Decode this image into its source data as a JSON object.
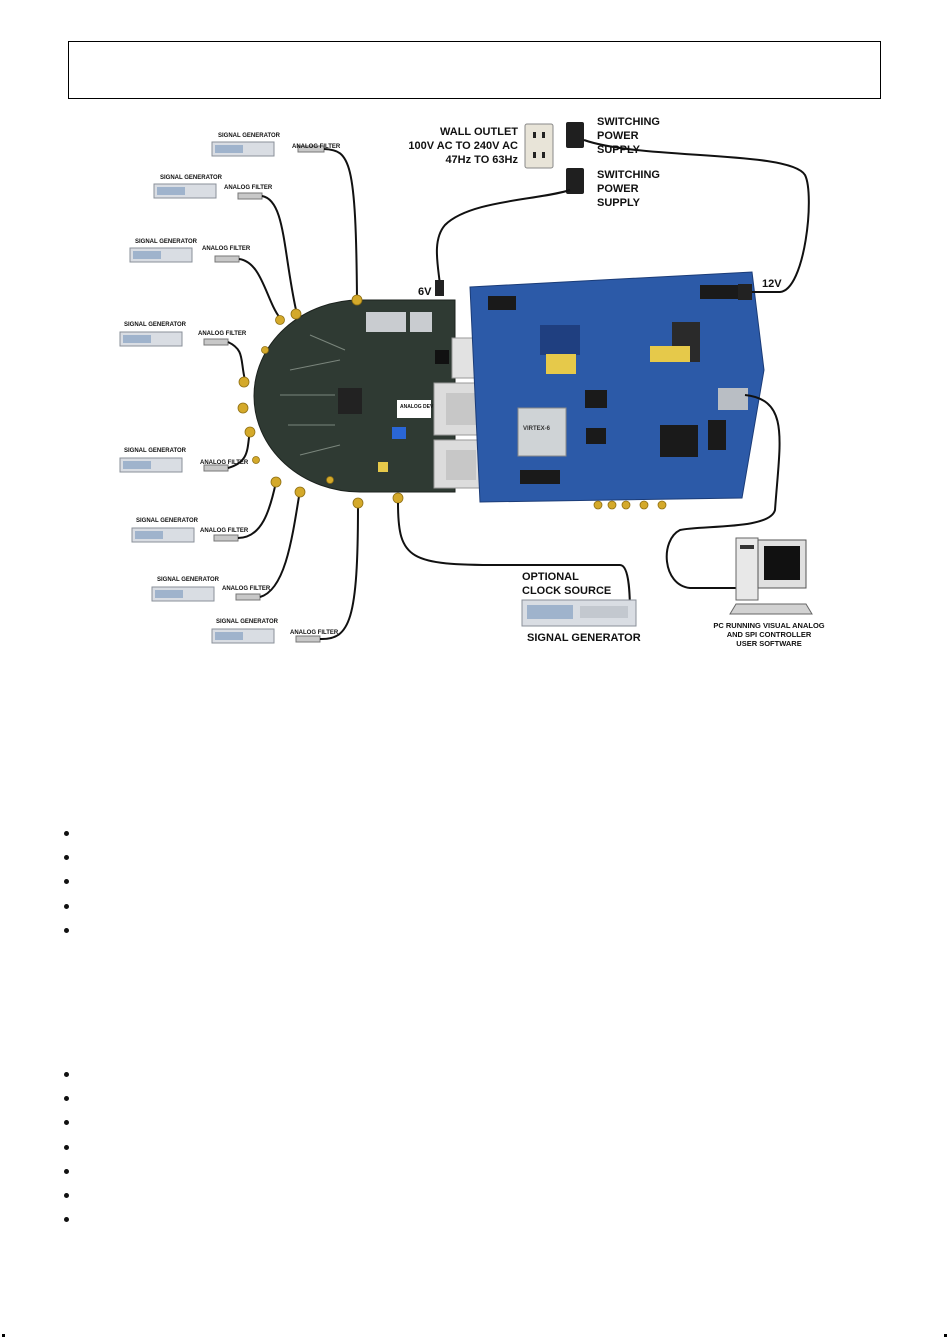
{
  "labels": {
    "signal_generator": "SIGNAL GENERATOR",
    "analog_filter": "ANALOG FILTER",
    "wall_outlet_line1": "WALL OUTLET",
    "wall_outlet_line2": "100V AC TO 240V AC",
    "wall_outlet_line3": "47Hz TO 63Hz",
    "switching_line1": "SWITCHING",
    "switching_line2": "POWER",
    "switching_line3": "SUPPLY",
    "v6": "6V",
    "v12": "12V",
    "optional_line1": "OPTIONAL",
    "optional_line2": "CLOCK SOURCE",
    "clock_signal_generator": "SIGNAL GENERATOR",
    "pc_line1": "PC RUNNING VISUAL ANALOG",
    "pc_line2": "AND SPI CONTROLLER",
    "pc_line3": "USER SOFTWARE",
    "adi_logo": "ANALOG DEVICES",
    "fpga_chip": "VIRTEX-6"
  },
  "colors": {
    "fpga_board": "#2c5aa8",
    "eval_board": "#2f3a33",
    "connector": "#d4a92a",
    "cable": "#111111"
  }
}
